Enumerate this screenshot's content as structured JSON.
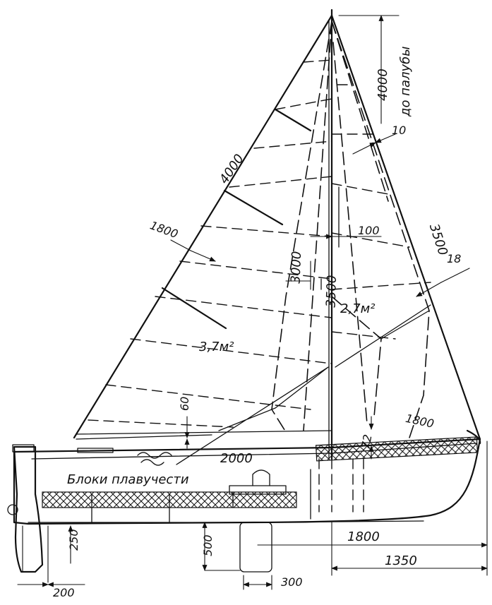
{
  "labels": {
    "dim_luff_main": "4000",
    "dim_to_deck_value": "4000",
    "dim_to_deck_text": "до палубы",
    "dim_10": "10",
    "dim_100": "100",
    "dim_forestay": "3500",
    "dim_1800_batten": "1800",
    "dim_18": "18",
    "dim_3000": "3000",
    "dim_3500_mast": "3500",
    "area_jib": "2,7м²",
    "area_main": "3,7м²",
    "dim_60": "60",
    "dim_1800_foot": "1800",
    "dim_72": "72",
    "dim_2000": "2000",
    "buoyancy_blocks": "Блоки плавучести",
    "dim_250": "250",
    "dim_500": "500",
    "dim_1800_bottom": "1800",
    "dim_1350": "1350",
    "dim_200": "200",
    "dim_300": "300"
  }
}
